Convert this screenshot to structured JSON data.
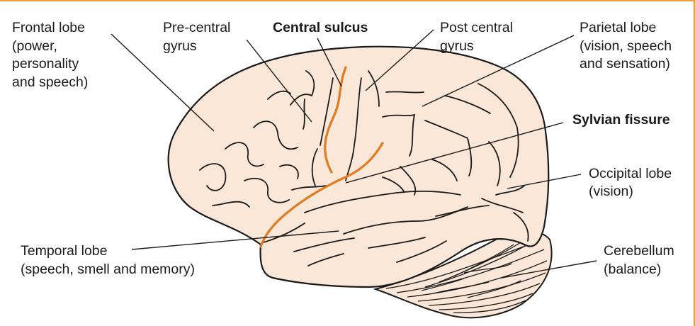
{
  "labels": {
    "frontal": [
      "Frontal lobe",
      "(power,",
      "personality",
      "and speech)"
    ],
    "precentral": [
      "Pre-central",
      "gyrus"
    ],
    "central_sulcus": [
      "Central sulcus"
    ],
    "postcentral": [
      "Post central",
      "gyrus"
    ],
    "parietal": [
      "Parietal lobe",
      "(vision, speech",
      "and sensation)"
    ],
    "sylvian": [
      "Sylvian fissure"
    ],
    "occipital": [
      "Occipital lobe",
      "(vision)"
    ],
    "temporal": [
      "Temporal lobe",
      "(speech, smell and memory)"
    ],
    "cerebellum": [
      "Cerebellum",
      "(balance)"
    ]
  },
  "colors": {
    "brain_fill": "#fbe7d8",
    "outline": "#1a1a1a",
    "highlight": "#e07b1f",
    "border": "#e8a13c"
  }
}
